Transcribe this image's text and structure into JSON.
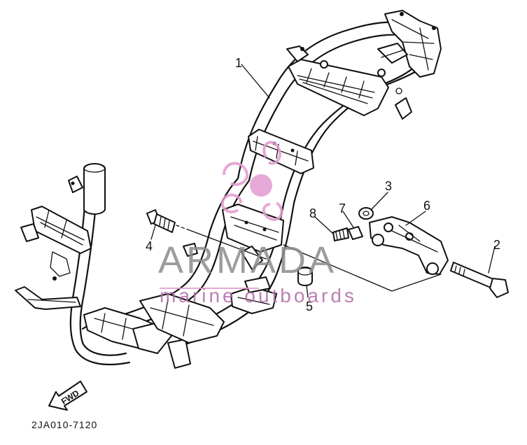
{
  "diagram": {
    "callouts": [
      "1",
      "2",
      "3",
      "4",
      "5",
      "6",
      "7",
      "8"
    ],
    "part_code": "2JA010-7120",
    "fwd_label": "FWD"
  },
  "watermark": {
    "brand": "ARMADA",
    "tagline": "marine outboards",
    "colors": {
      "brand": "#8c8c8c",
      "logo": "#e29ad0",
      "tagline": "#b06aa6"
    }
  }
}
